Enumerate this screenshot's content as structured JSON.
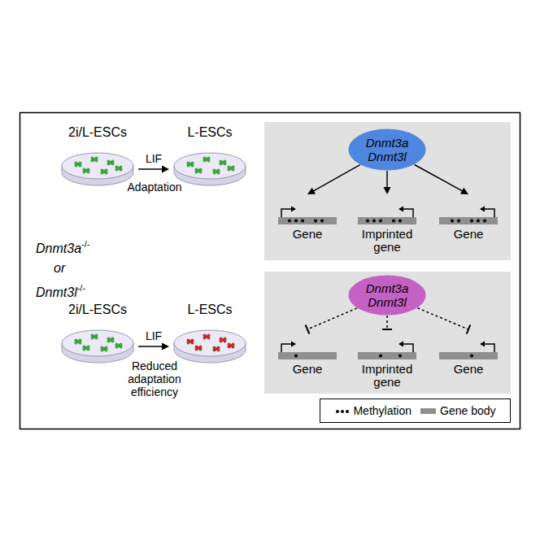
{
  "diagram": {
    "nodes": [
      {
        "text": [
          "2i/L-ESCs"
        ]
      },
      {
        "text": [
          "L-ESCs"
        ]
      },
      {
        "text": [
          "Dnmt3a",
          "Dnmt3l"
        ]
      },
      {
        "text": [
          "Gene"
        ]
      },
      {
        "text": [
          "Imprinted gene"
        ]
      },
      {
        "text": [
          "Gene"
        ]
      },
      {
        "text": [
          "2i/L-ESCs"
        ]
      },
      {
        "text": [
          "L-ESCs"
        ]
      },
      {
        "text": [
          "Dnmt3a",
          "Dnmt3l"
        ]
      },
      {
        "text": [
          "Gene"
        ]
      },
      {
        "text": [
          "Imprinted gene"
        ]
      },
      {
        "text": [
          "Gene"
        ]
      }
    ],
    "edges": [
      {
        "from": 0,
        "to": 1,
        "arrow": "to",
        "label": "LIF"
      },
      {
        "from": 2,
        "to": 3,
        "arrow": "to"
      },
      {
        "from": 2,
        "to": 4,
        "arrow": "to"
      },
      {
        "from": 2,
        "to": 5,
        "arrow": "to"
      },
      {
        "from": 6,
        "to": 7,
        "arrow": "to",
        "label": "LIF"
      },
      {
        "from": 8,
        "to": 9,
        "arrow": "to"
      },
      {
        "from": 8,
        "to": 10,
        "arrow": "to"
      },
      {
        "from": 8,
        "to": 11,
        "arrow": "to"
      }
    ],
    "labels": [
      "Adaptation",
      "Dnmt3a",
      "-/-",
      "or",
      "Dnmt3l",
      "-/-",
      "Reduced adaptation efficiency"
    ],
    "legend": [
      {
        "text": "Methylation"
      },
      {
        "text": "Gene body"
      }
    ]
  }
}
